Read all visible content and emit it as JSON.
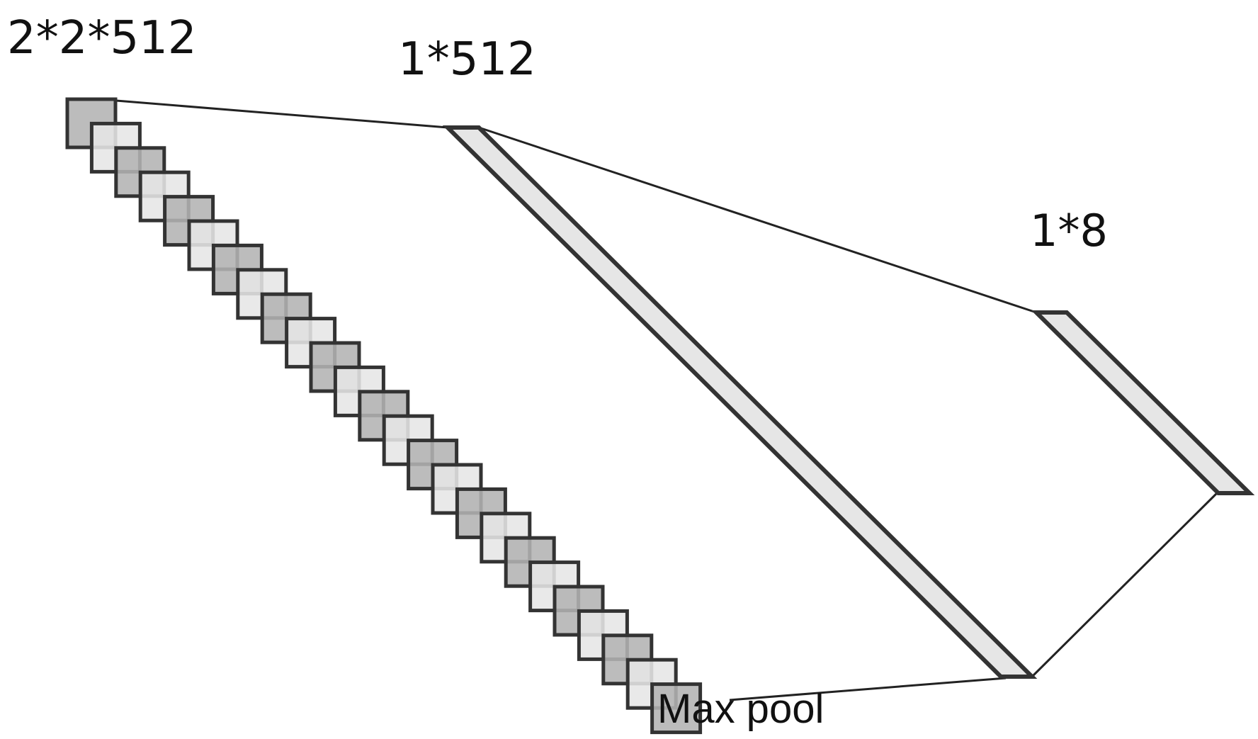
{
  "labels": {
    "input_shape": "2*2*512",
    "fc1_shape": "1*512",
    "fc2_shape": "1*8",
    "operation": "Max pool"
  },
  "colors": {
    "stroke": "#333333",
    "dark_cell": "#b3b3b3",
    "light_cell": "#e6e6e6",
    "vector_fill": "#e6e6e6",
    "connector": "#222222"
  },
  "input_stack": {
    "cell_count": 25
  }
}
